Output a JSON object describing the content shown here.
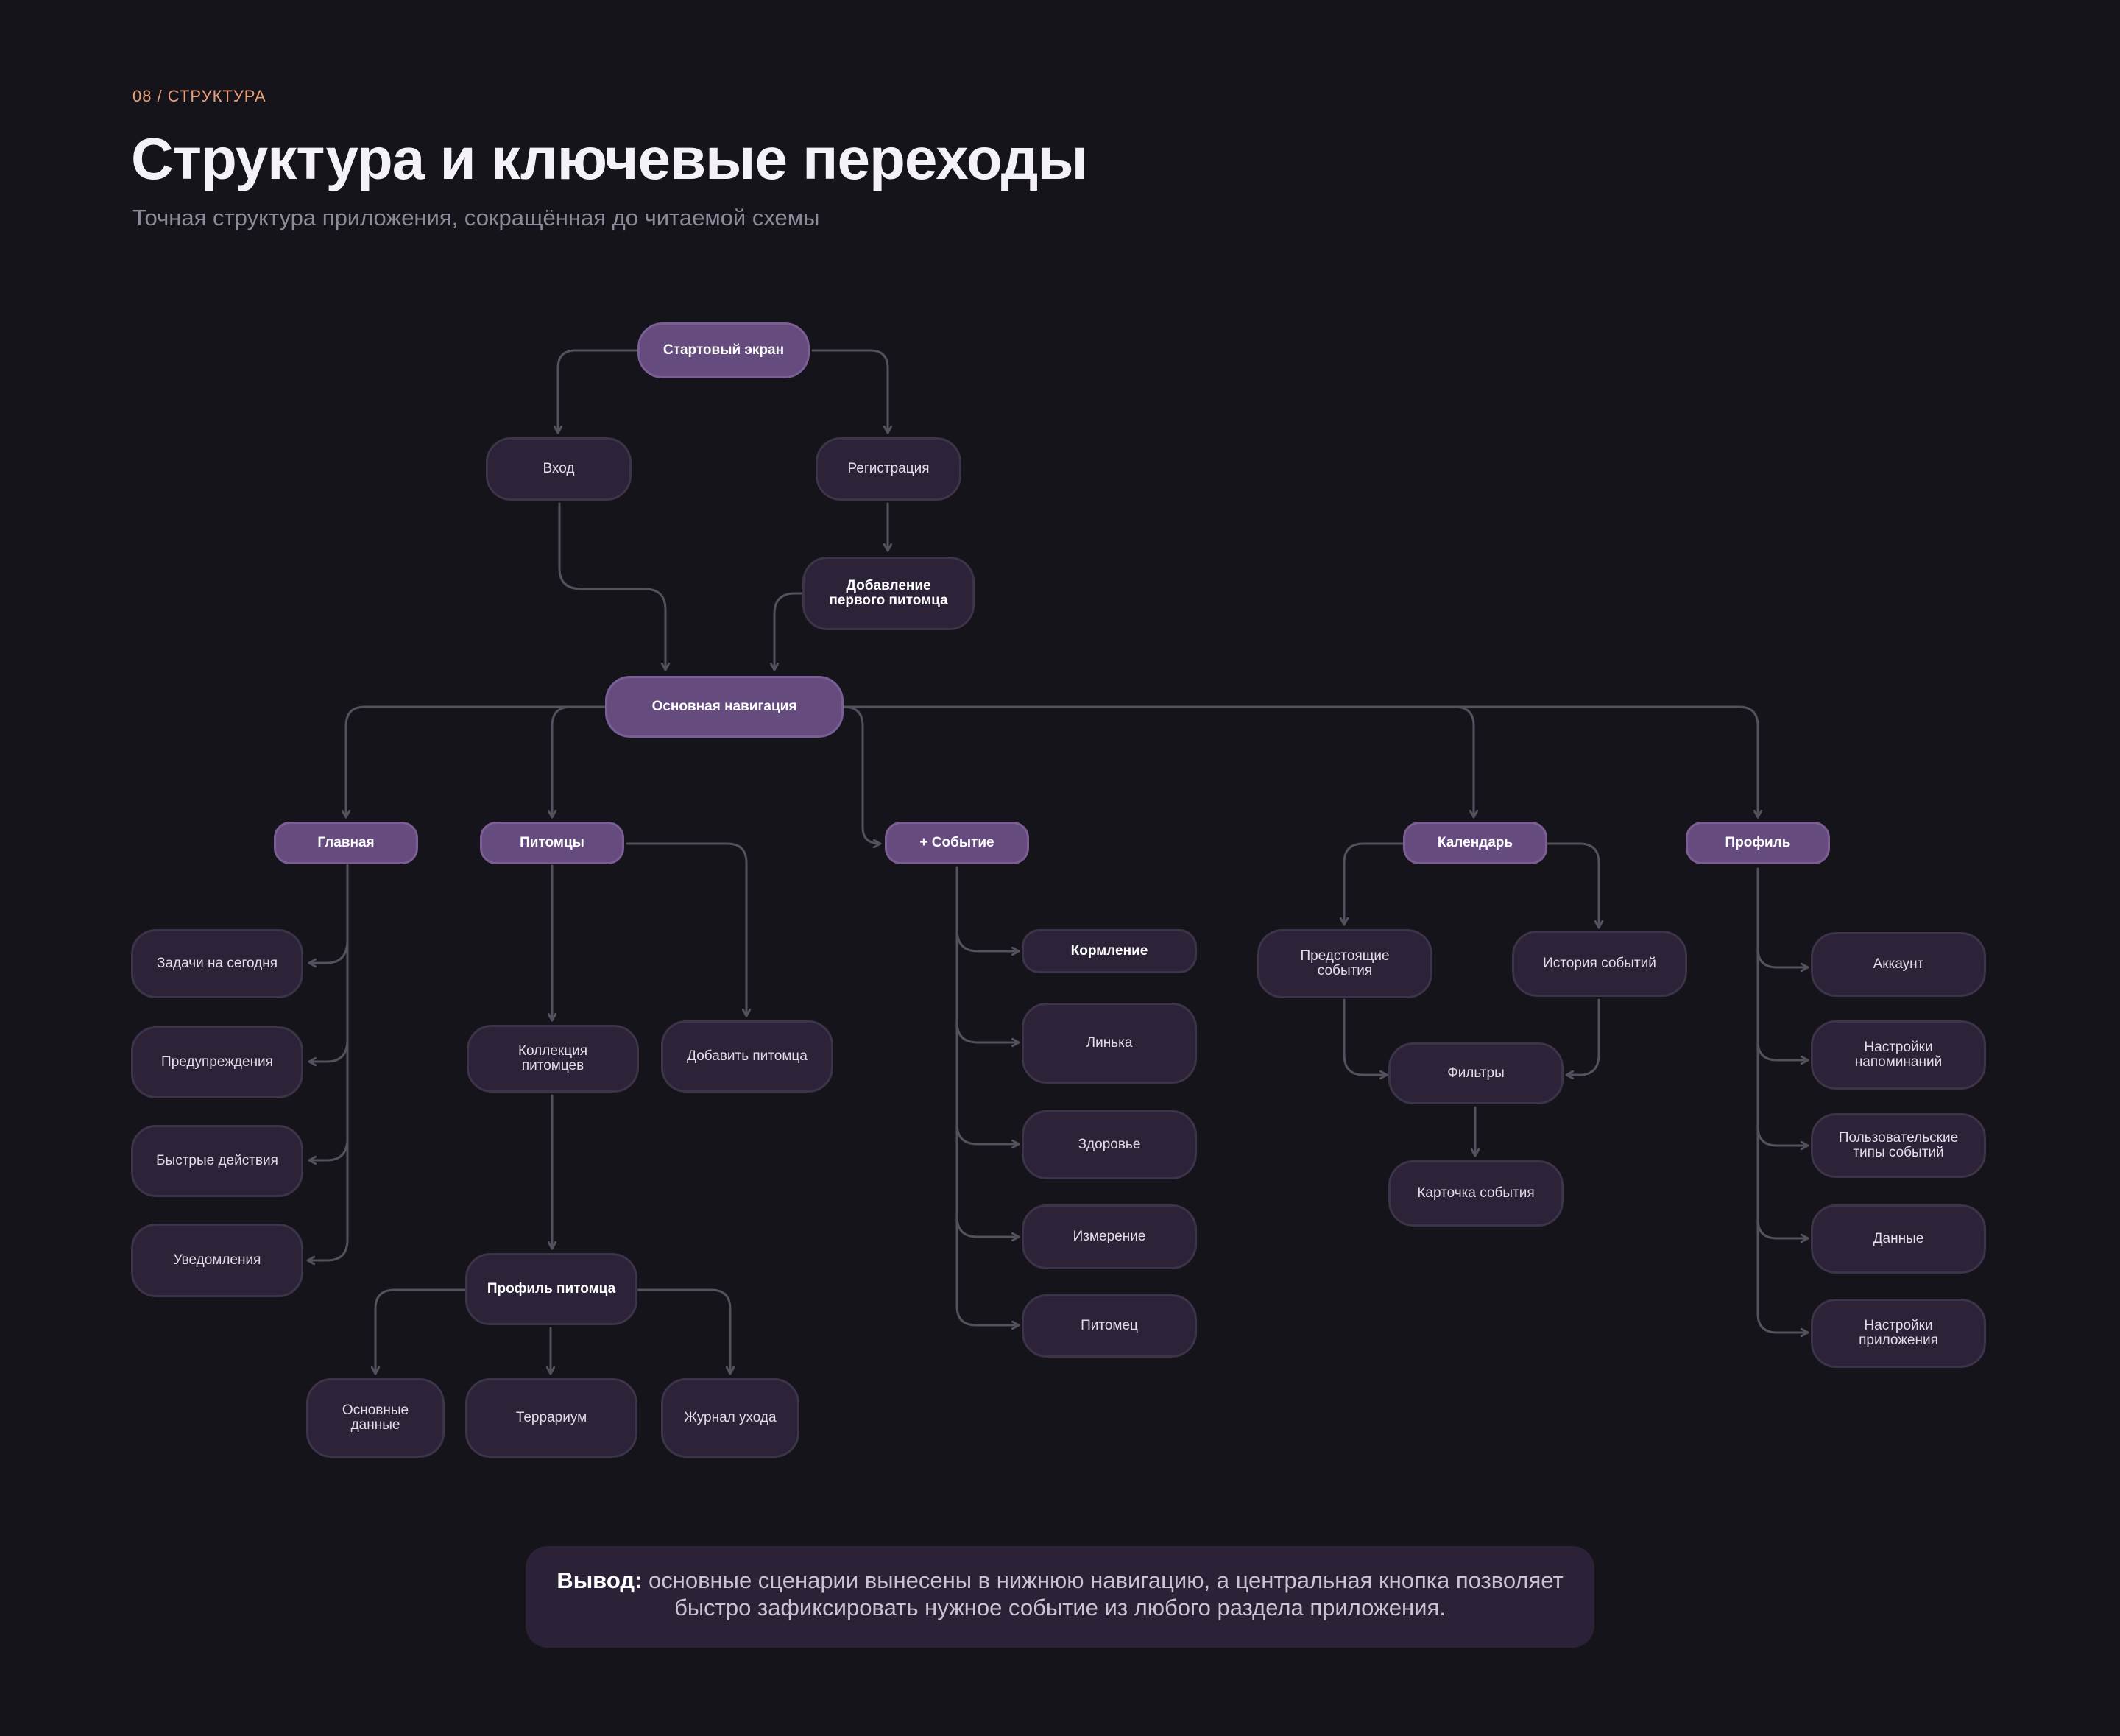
{
  "header": {
    "eyebrow": "08 / СТРУКТУРА",
    "title": "Структура и ключевые переходы",
    "subtitle": "Точная структура приложения, сокращённая до читаемой схемы"
  },
  "nodes": {
    "start": "Стартовый экран",
    "login": "Вход",
    "register": "Регистрация",
    "add_first_pet": "Добавление\nпервого питомца",
    "main_nav": "Основная навигация",
    "home": "Главная",
    "pets": "Питомцы",
    "event": "+ Событие",
    "calendar": "Календарь",
    "profile": "Профиль",
    "tasks_today": "Задачи на сегодня",
    "warnings": "Предупреждения",
    "quick_actions": "Быстрые действия",
    "notifications": "Уведомления",
    "pet_collection": "Коллекция\nпитомцев",
    "add_pet": "Добавить питомца",
    "pet_profile": "Профиль питомца",
    "basic_data": "Основные\nданные",
    "terrarium": "Террариум",
    "care_log": "Журнал ухода",
    "feeding": "Кормление",
    "molt": "Линька",
    "health": "Здоровье",
    "measurement": "Измерение",
    "pet": "Питомец",
    "upcoming_events": "Предстоящие\nсобытия",
    "event_history": "История событий",
    "filters": "Фильтры",
    "event_card": "Карточка события",
    "account": "Аккаунт",
    "reminder_settings": "Настройки\nнапоминаний",
    "custom_event_types": "Пользовательские\nтипы событий",
    "data": "Данные",
    "app_settings": "Настройки\nприложения"
  },
  "conclusion": {
    "label": "Вывод:",
    "text": "основные сценарии вынесены в нижнюю навигацию, а центральная кнопка позволяет быстро зафиксировать нужное событие из любого раздела приложения."
  },
  "colors": {
    "background": "#16141b",
    "accent_node": "#654b7e",
    "node": "#2d2338",
    "connector": "#55505d",
    "eyebrow": "#e9a07a"
  }
}
